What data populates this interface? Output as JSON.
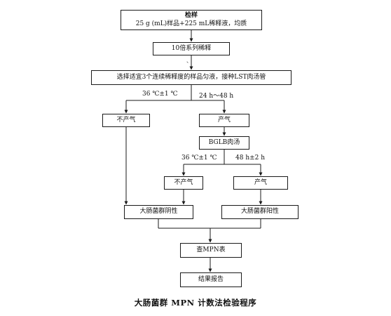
{
  "nodes": {
    "sample": {
      "line1": "检样",
      "line2": "25 g (mL)样品+225 mL稀释液，均质"
    },
    "serial_dilution": "10倍系列稀释",
    "inoculate": "选择适宜3个连续稀释度的样品匀液，接种LST肉汤管",
    "no_gas_1": "不产气",
    "gas_1": "产气",
    "bglb": "BGLB肉汤",
    "no_gas_2": "不产气",
    "gas_2": "产气",
    "coliform_negative": "大肠菌群阴性",
    "coliform_positive": "大肠菌群阳性",
    "check_mpn": "查MPN表",
    "report": "结果报告"
  },
  "labels": {
    "temp_1": "36 ℃±1 ℃",
    "time_1": "24 h～48 h",
    "temp_2": "36 ℃±1 ℃",
    "time_2": "48 h±2 h"
  },
  "caption": "大肠菌群 MPN 计数法检验程序",
  "stray_mark": "、"
}
